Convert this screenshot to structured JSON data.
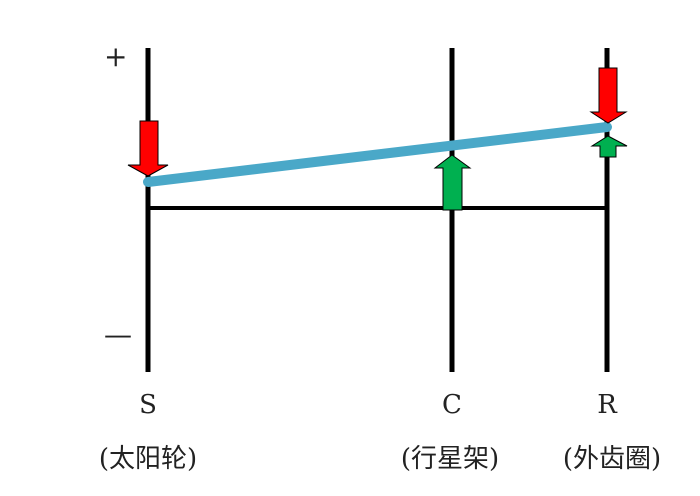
{
  "signs": {
    "plus": "+",
    "minus": "—"
  },
  "nodes": [
    {
      "letter": "S",
      "name": "(太阳轮)"
    },
    {
      "letter": "C",
      "name": "(行星架)"
    },
    {
      "letter": "R",
      "name": "(外齿圈)"
    }
  ],
  "colors": {
    "lever": "#4aa8c8",
    "down_arrow": "#ff0000",
    "up_arrow": "#00b050",
    "axis": "#000000"
  }
}
